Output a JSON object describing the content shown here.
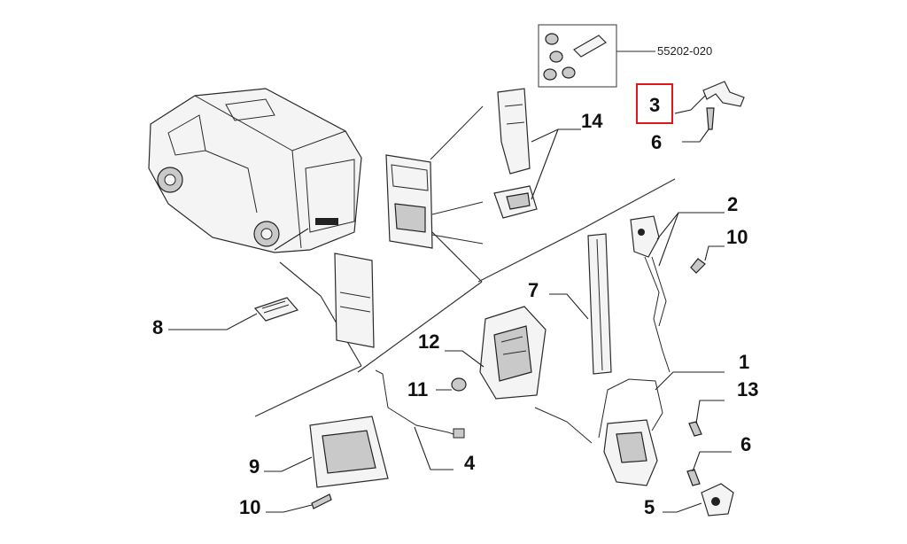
{
  "diagram": {
    "kit_code": "55202-020",
    "highlighted_callout": "3",
    "highlight_color": "#e0161b",
    "callouts": [
      {
        "id": "callout-3",
        "label": "3"
      },
      {
        "id": "callout-6-top",
        "label": "6"
      },
      {
        "id": "callout-14",
        "label": "14"
      },
      {
        "id": "callout-2",
        "label": "2"
      },
      {
        "id": "callout-10-top",
        "label": "10"
      },
      {
        "id": "callout-7",
        "label": "7"
      },
      {
        "id": "callout-8",
        "label": "8"
      },
      {
        "id": "callout-12",
        "label": "12"
      },
      {
        "id": "callout-1",
        "label": "1"
      },
      {
        "id": "callout-11",
        "label": "11"
      },
      {
        "id": "callout-13",
        "label": "13"
      },
      {
        "id": "callout-6-bottom",
        "label": "6"
      },
      {
        "id": "callout-9",
        "label": "9"
      },
      {
        "id": "callout-4",
        "label": "4"
      },
      {
        "id": "callout-10-bottom",
        "label": "10"
      },
      {
        "id": "callout-5",
        "label": "5"
      }
    ]
  }
}
